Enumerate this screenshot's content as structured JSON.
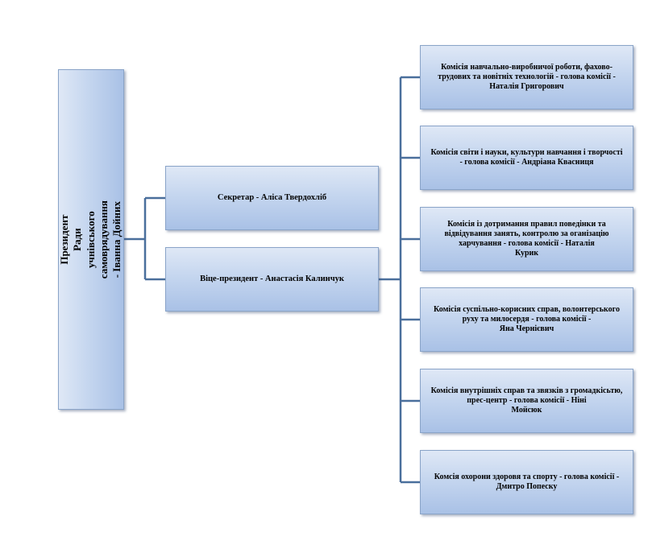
{
  "president": "Президент\nРади учнівського самоврядування - Іванна Дойних",
  "secretary": "Секретар - Аліса Твердохліб",
  "vice_president": "Віце-президент -  Анастасія Калинчук",
  "commissions": [
    "Комісія навчально-виробничої роботи, фахово-\nтрудових та новітніх технологій - голова комісії -\nНаталія Григорович",
    "Комісія світи і науки, культури навчання і творчості\n- голова комісії  -                       Андріана Квасниця",
    "Комісія із дотримання правил поведінки та\nвідвідування занять, контролю за оганізацію\nхарчування - голова комісії -                       Наталія\nКурик",
    "Комісія суспільно-корисних справ, волонтерського\nруху та милосердя - голова комісії -\nЯна Чернієвич",
    "Комісія внутрішніх справ та звязків з громадкісьтю,\nпрес-центр - голова комісії -                        Ніні\nМойсюк",
    "Комсія охорони здоровя та спорту - голова комісії -\nДмитро Попеску"
  ],
  "colors": {
    "connector": "#4a6f9c",
    "box_top": "#dfe8f6",
    "box_bottom": "#a9c1e6"
  }
}
